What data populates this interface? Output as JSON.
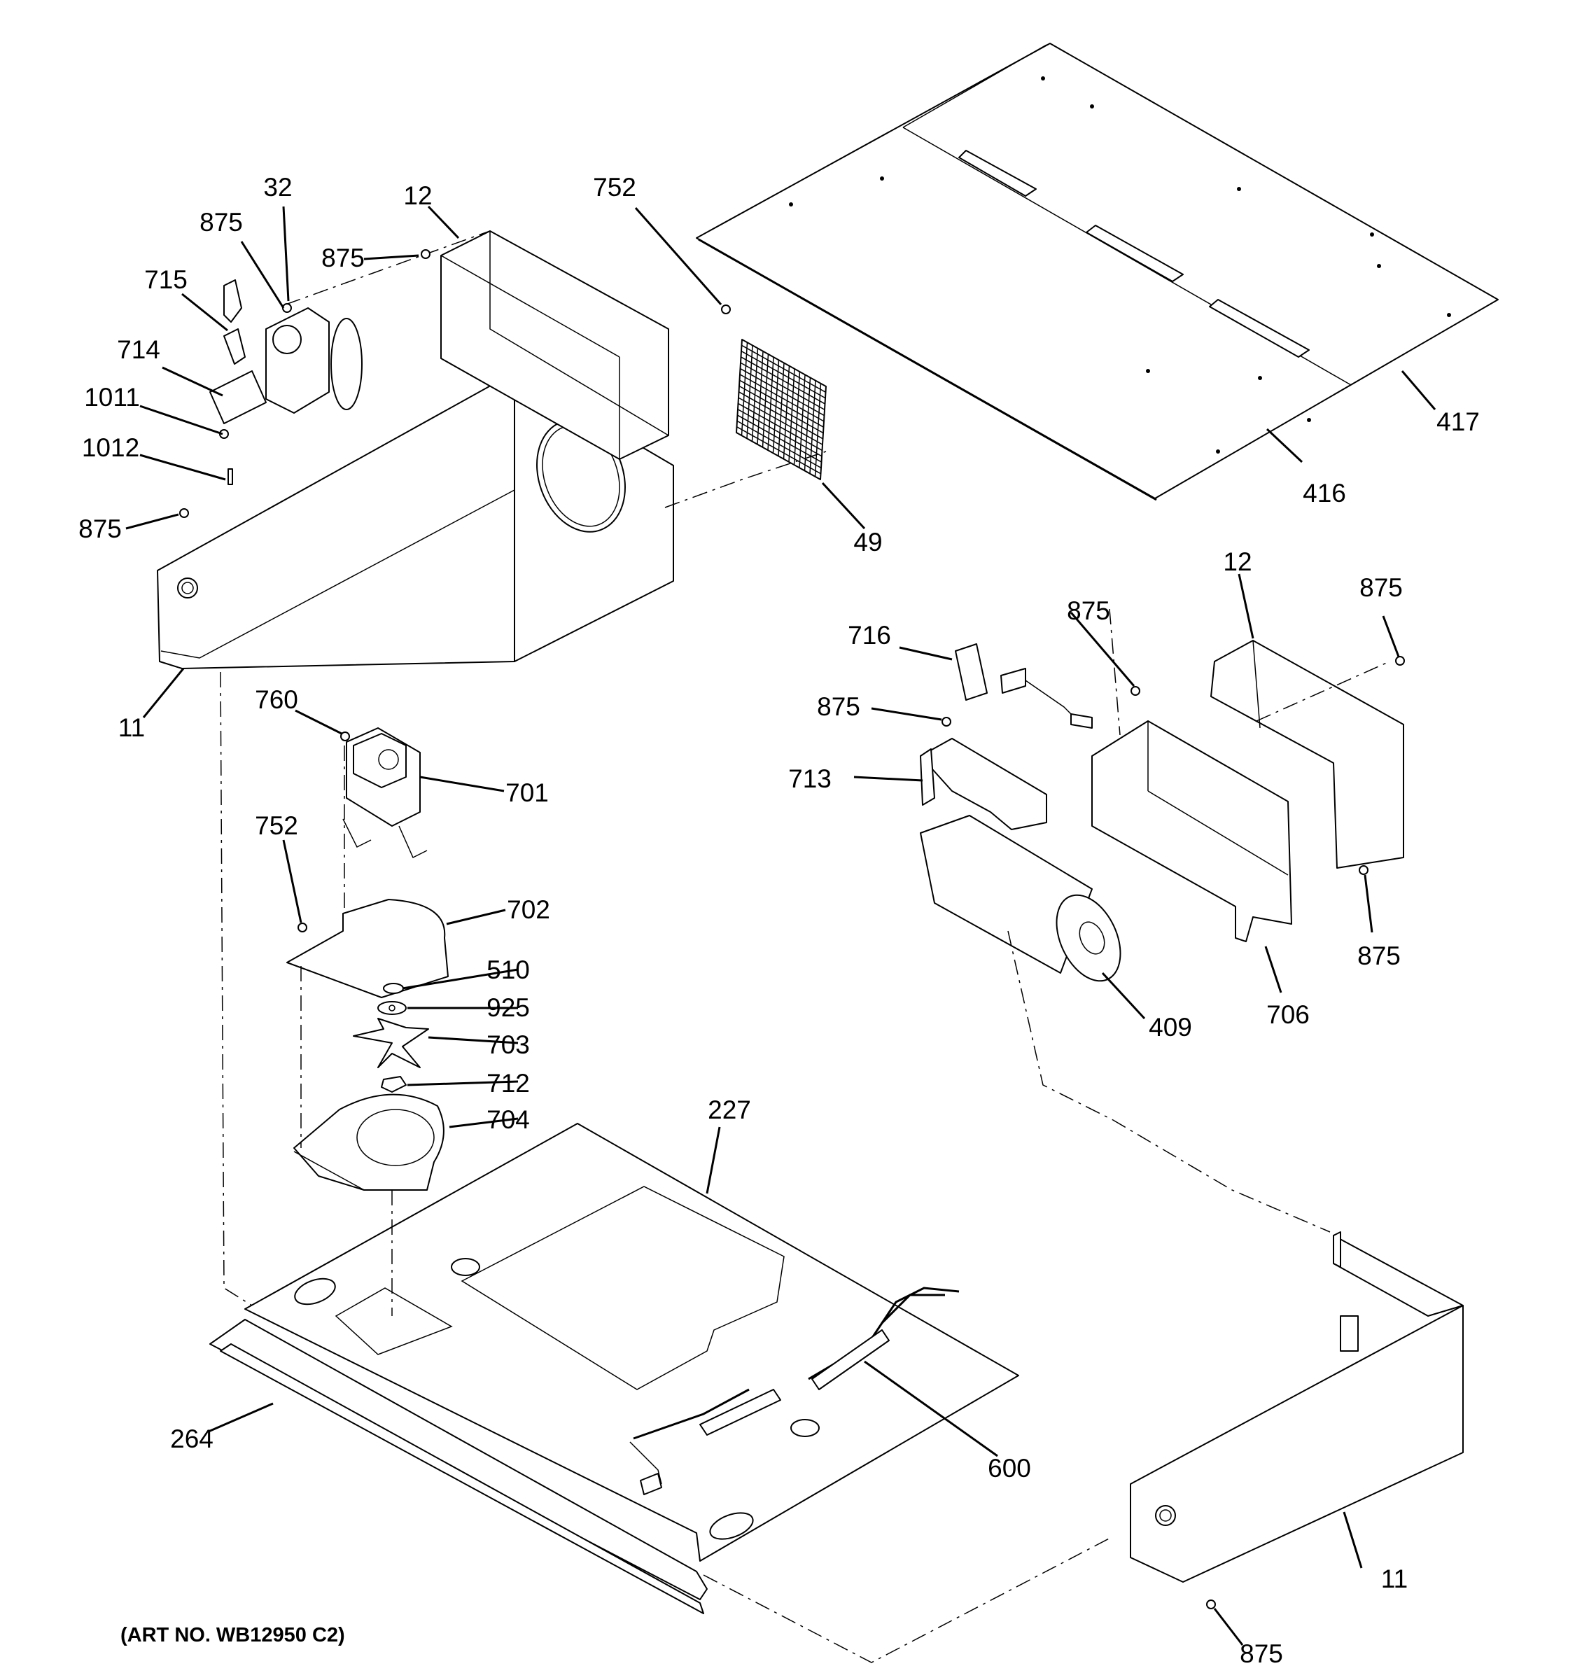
{
  "diagram": {
    "art_number": "(ART NO. WB12950 C2)",
    "callouts": {
      "c32": "32",
      "c12_top": "12",
      "c752_top": "752",
      "c875_a": "875",
      "c875_b": "875",
      "c715": "715",
      "c714": "714",
      "c1011": "1011",
      "c1012": "1012",
      "c875_c": "875",
      "c11_left": "11",
      "c49": "49",
      "c416": "416",
      "c417": "417",
      "c12_right": "12",
      "c875_d": "875",
      "c875_e": "875",
      "c716": "716",
      "c875_f": "875",
      "c713": "713",
      "c409": "409",
      "c706": "706",
      "c875_g": "875",
      "c760": "760",
      "c701": "701",
      "c752_mid": "752",
      "c702": "702",
      "c510": "510",
      "c925": "925",
      "c703": "703",
      "c712": "712",
      "c704": "704",
      "c227": "227",
      "c264": "264",
      "c600": "600",
      "c11_right": "11",
      "c875_h": "875"
    }
  }
}
